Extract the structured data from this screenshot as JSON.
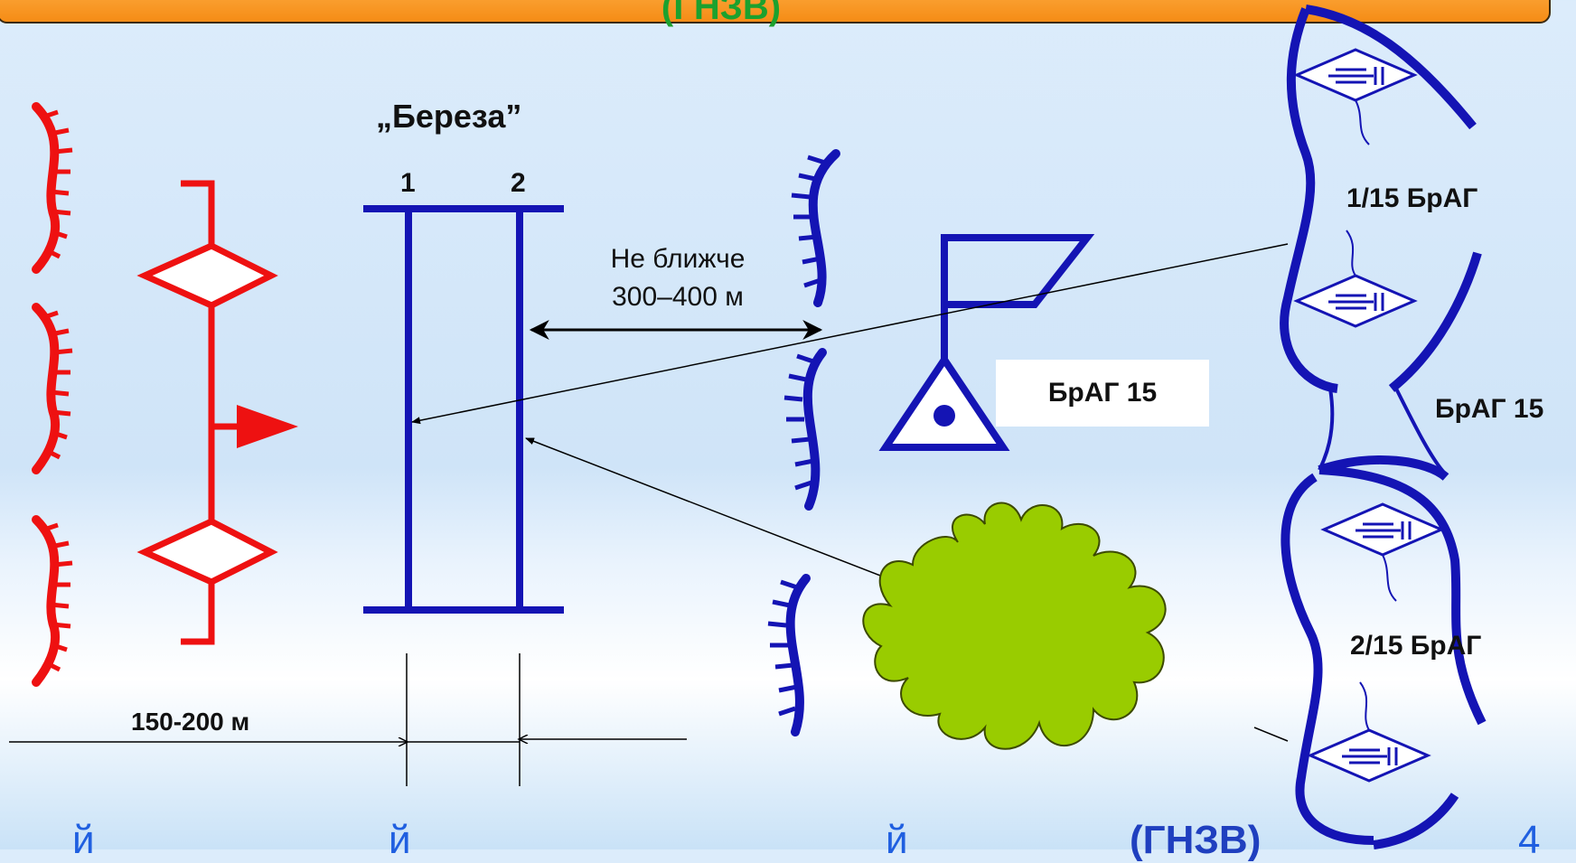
{
  "header": {
    "title_fragment": "(ГНЗВ)"
  },
  "diagram": {
    "birch_name": "„Береза”",
    "line_1": "1",
    "line_2": "2",
    "distance_note_line1": "Не ближче",
    "distance_note_line2": "300–400 м",
    "width_label": "150-200 м",
    "brag_box_label": "БрАГ 15",
    "brag_side_label": "БрАГ 15",
    "battery_1": "1/15 БрАГ",
    "battery_2": "2/15 БрАГ"
  },
  "footer": {
    "fragment_1": "й",
    "fragment_2": "й",
    "fragment_3": "й",
    "fragment_4": "(ГНЗВ)",
    "fragment_5": "4"
  },
  "colors": {
    "friendly_blue": "#1414b4",
    "enemy_red": "#ee1111",
    "forest_green": "#99cc00",
    "header_orange": "#f7931e",
    "title_green": "#1ca12e"
  }
}
